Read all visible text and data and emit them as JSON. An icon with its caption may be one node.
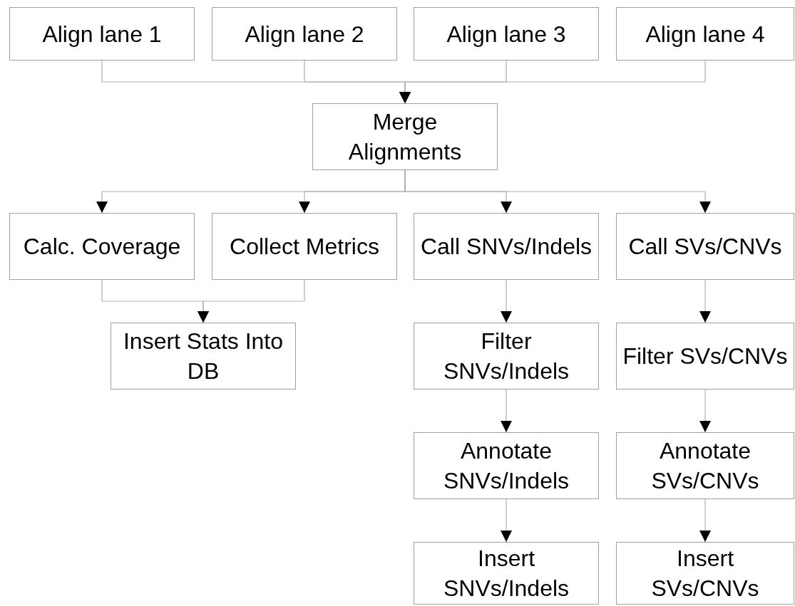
{
  "diagram": {
    "nodes": [
      {
        "text": [
          "Align lane 1"
        ]
      },
      {
        "text": [
          "Align lane 2"
        ]
      },
      {
        "text": [
          "Align lane 3"
        ]
      },
      {
        "text": [
          "Align lane 4"
        ]
      },
      {
        "text": [
          "Merge Alignments"
        ]
      },
      {
        "text": [
          "Calc. Coverage"
        ]
      },
      {
        "text": [
          "Collect Metrics"
        ]
      },
      {
        "text": [
          "Call SNVs/Indels"
        ]
      },
      {
        "text": [
          "Call SVs/CNVs"
        ]
      },
      {
        "text": [
          "Insert Stats Into DB"
        ]
      },
      {
        "text": [
          "Filter SNVs/Indels"
        ]
      },
      {
        "text": [
          "Filter SVs/CNVs"
        ]
      },
      {
        "text": [
          "Annotate SNVs/Indels"
        ]
      },
      {
        "text": [
          "Annotate SVs/CNVs"
        ]
      },
      {
        "text": [
          "Insert SNVs/Indels"
        ]
      },
      {
        "text": [
          "Insert SVs/CNVs"
        ]
      }
    ],
    "edges": [
      {
        "from": 0,
        "to": 4,
        "arrow": "to"
      },
      {
        "from": 1,
        "to": 4,
        "arrow": "to"
      },
      {
        "from": 2,
        "to": 4,
        "arrow": "to"
      },
      {
        "from": 3,
        "to": 4,
        "arrow": "to"
      },
      {
        "from": 4,
        "to": 5,
        "arrow": "to"
      },
      {
        "from": 4,
        "to": 6,
        "arrow": "to"
      },
      {
        "from": 4,
        "to": 7,
        "arrow": "to"
      },
      {
        "from": 4,
        "to": 8,
        "arrow": "to"
      },
      {
        "from": 5,
        "to": 9,
        "arrow": "to"
      },
      {
        "from": 6,
        "to": 9,
        "arrow": "to"
      },
      {
        "from": 7,
        "to": 10,
        "arrow": "to"
      },
      {
        "from": 10,
        "to": 12,
        "arrow": "to"
      },
      {
        "from": 12,
        "to": 14,
        "arrow": "to"
      },
      {
        "from": 8,
        "to": 11,
        "arrow": "to"
      },
      {
        "from": 11,
        "to": 13,
        "arrow": "to"
      },
      {
        "from": 13,
        "to": 15,
        "arrow": "to"
      }
    ]
  }
}
